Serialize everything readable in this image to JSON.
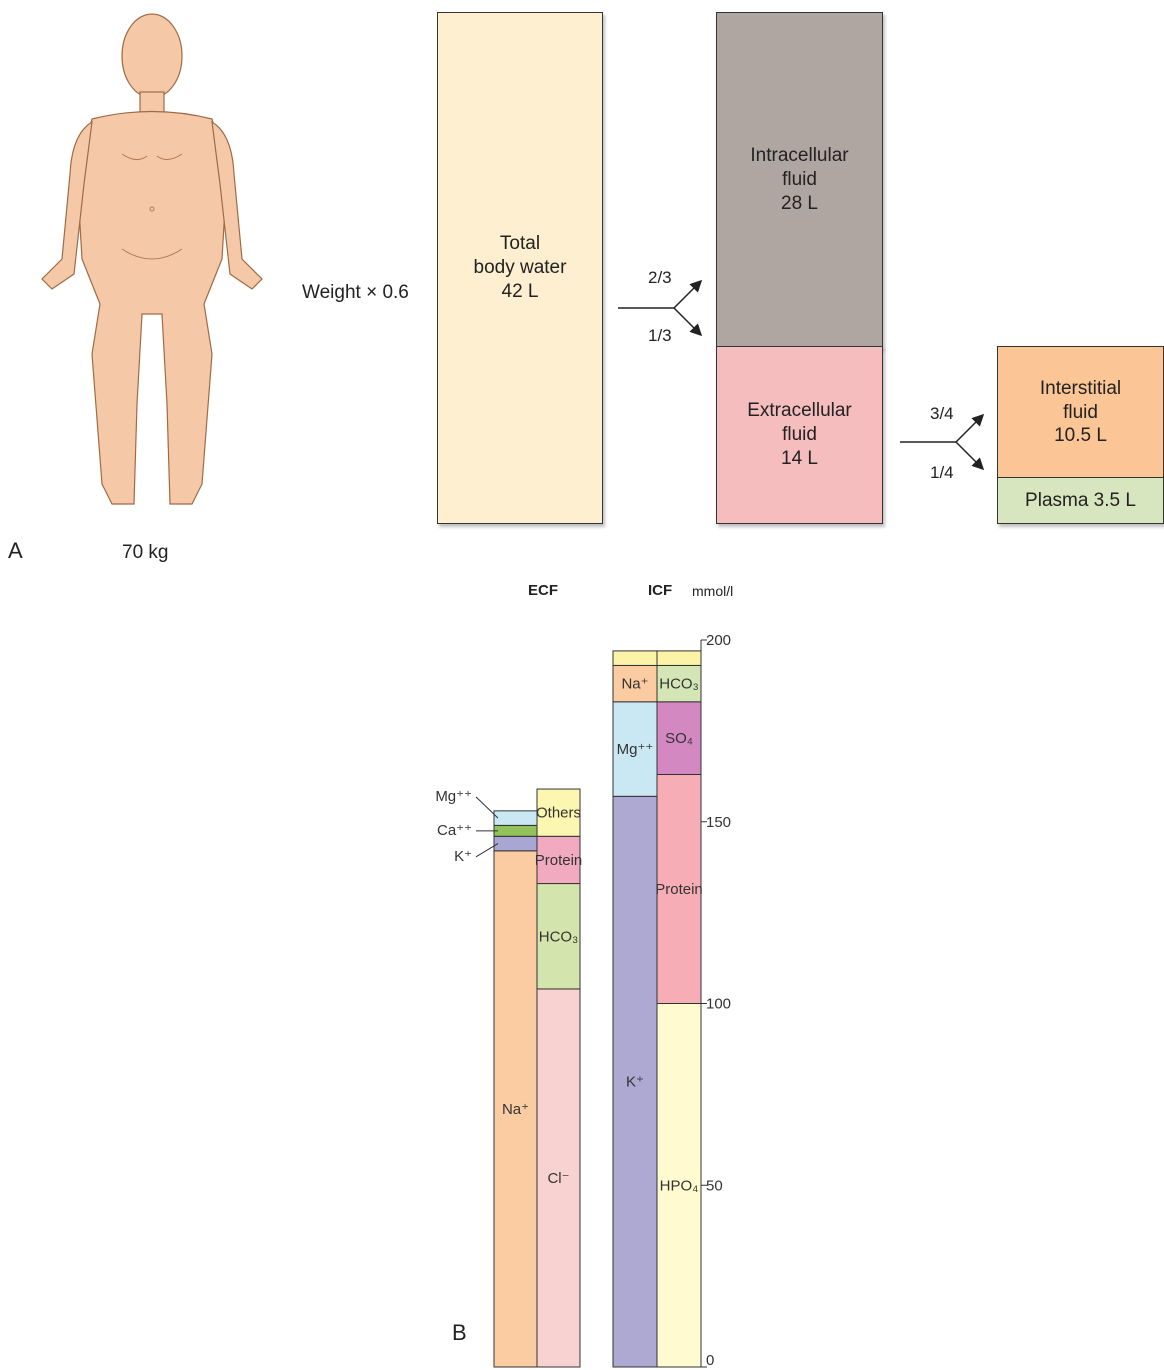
{
  "part_a": {
    "label": "A",
    "figure_weight": "70 kg",
    "multiplier": "Weight × 0.6",
    "total": {
      "lines": [
        "Total",
        "body water",
        "42 L"
      ]
    },
    "split1": {
      "upper": "2/3",
      "lower": "1/3"
    },
    "intracellular": {
      "lines": [
        "Intracellular",
        "fluid",
        "28 L"
      ]
    },
    "extracellular": {
      "lines": [
        "Extracellular",
        "fluid",
        "14 L"
      ]
    },
    "split2": {
      "upper": "3/4",
      "lower": "1/4"
    },
    "interstitial": {
      "lines": [
        "Interstitial",
        "fluid",
        "10.5 L"
      ]
    },
    "plasma": "Plasma 3.5 L",
    "colors": {
      "total": "#fdefd0",
      "intracellular": "#b0a6a1",
      "extracellular": "#f6bdbf",
      "interstitial": "#fbc595",
      "plasma": "#d8e6bf"
    }
  },
  "part_b": {
    "label": "B",
    "header_ecf": "ECF",
    "header_icf": "ICF",
    "unit": "mmol/l",
    "chart_data": {
      "type": "stacked-bar",
      "unit": "mmol/l",
      "ylim": [
        0,
        200
      ],
      "ticks": [
        "0",
        "50",
        "100",
        "150",
        "200"
      ],
      "tick_values": [
        0,
        50,
        100,
        150,
        200
      ],
      "columns": [
        {
          "group": "ECF",
          "side": "cations",
          "segments": [
            {
              "label": "Na⁺",
              "value": 142,
              "color": "#fbcca2"
            },
            {
              "label": "K⁺",
              "value": 4,
              "color": "#a9a6d3",
              "callout": true
            },
            {
              "label": "Ca⁺⁺",
              "value": 3,
              "color": "#93c15a",
              "callout": true
            },
            {
              "label": "Mg⁺⁺",
              "value": 4,
              "color": "#c9e8f4",
              "callout": true
            }
          ]
        },
        {
          "group": "ECF",
          "side": "anions",
          "segments": [
            {
              "label": "Cl⁻",
              "value": 104,
              "color": "#f8d2d1"
            },
            {
              "label": "HCO₃",
              "value": 29,
              "color": "#d3e5ac"
            },
            {
              "label": "Protein",
              "value": 13,
              "color": "#f2aac0"
            },
            {
              "label": "Others",
              "value": 13,
              "color": "#fbf6b0"
            }
          ]
        },
        {
          "group": "ICF",
          "side": "cations",
          "segments": [
            {
              "label": "K⁺",
              "value": 157,
              "color": "#ada9d2"
            },
            {
              "label": "Mg⁺⁺",
              "value": 26,
              "color": "#c9e8f4"
            },
            {
              "label": "Na⁺",
              "value": 10,
              "color": "#fbcca2"
            },
            {
              "label": "",
              "value": 4,
              "color": "#fbf3a6"
            }
          ]
        },
        {
          "group": "ICF",
          "side": "anions",
          "segments": [
            {
              "label": "HPO₄",
              "value": 100,
              "color": "#fffad0"
            },
            {
              "label": "Protein",
              "value": 63,
              "color": "#f7adb6"
            },
            {
              "label": "SO₄",
              "value": 20,
              "color": "#d388c2"
            },
            {
              "label": "HCO₃",
              "value": 10,
              "color": "#d4e6b6"
            },
            {
              "label": "",
              "value": 4,
              "color": "#fbf3a6"
            }
          ]
        }
      ]
    }
  }
}
